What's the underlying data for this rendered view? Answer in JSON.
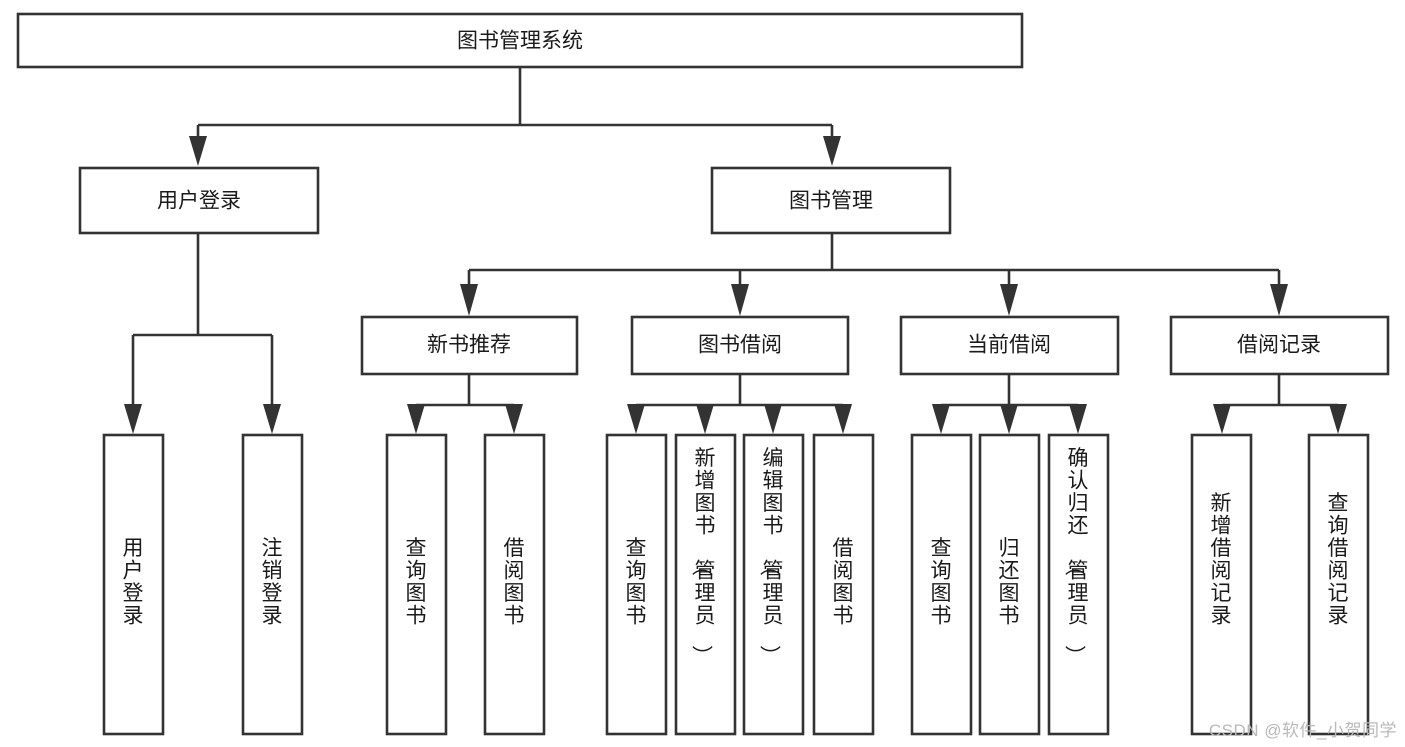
{
  "diagram": {
    "type": "tree-hierarchy",
    "title": "图书管理系统",
    "orientation": "top-down",
    "colors": {
      "stroke": "#333333",
      "fill": "#ffffff",
      "text": "#1a1a1a",
      "watermark": "#b9b9b9"
    },
    "levels": {
      "level1": [
        "图书管理系统"
      ],
      "level2": [
        "用户登录",
        "图书管理"
      ],
      "level3": [
        "新书推荐",
        "图书借阅",
        "当前借阅",
        "借阅记录"
      ],
      "level4": [
        "用户登录",
        "注销登录",
        "查询图书",
        "借阅图书",
        "查询图书",
        "新增图书（管理员）",
        "编辑图书（管理员）",
        "借阅图书",
        "查询图书",
        "归还图书",
        "确认归还（管理员）",
        "新增借阅记录",
        "查询借阅记录"
      ]
    },
    "nodes": {
      "root": {
        "label": "图书管理系统"
      },
      "user_login": {
        "label": "用户登录"
      },
      "book_manage": {
        "label": "图书管理"
      },
      "new_book_rec": {
        "label": "新书推荐"
      },
      "book_borrow": {
        "label": "图书借阅"
      },
      "current_borrow": {
        "label": "当前借阅"
      },
      "borrow_record": {
        "label": "借阅记录"
      },
      "leaf_user_login": {
        "label": "用户登录"
      },
      "leaf_logout": {
        "label": "注销登录"
      },
      "leaf_query_book_1": {
        "label": "查询图书"
      },
      "leaf_borrow_book_1": {
        "label": "借阅图书"
      },
      "leaf_query_book_2": {
        "label": "查询图书"
      },
      "leaf_add_book": {
        "label": "新增图书（管理员）"
      },
      "leaf_edit_book": {
        "label": "编辑图书（管理员）"
      },
      "leaf_borrow_book_2": {
        "label": "借阅图书"
      },
      "leaf_query_book_3": {
        "label": "查询图书"
      },
      "leaf_return_book": {
        "label": "归还图书"
      },
      "leaf_confirm_return": {
        "label": "确认归还（管理员）"
      },
      "leaf_add_record": {
        "label": "新增借阅记录"
      },
      "leaf_query_record": {
        "label": "查询借阅记录"
      }
    },
    "edges": [
      {
        "from": "root",
        "to": "user_login"
      },
      {
        "from": "root",
        "to": "book_manage"
      },
      {
        "from": "user_login",
        "to": "leaf_user_login"
      },
      {
        "from": "user_login",
        "to": "leaf_logout"
      },
      {
        "from": "book_manage",
        "to": "new_book_rec"
      },
      {
        "from": "book_manage",
        "to": "book_borrow"
      },
      {
        "from": "book_manage",
        "to": "current_borrow"
      },
      {
        "from": "book_manage",
        "to": "borrow_record"
      },
      {
        "from": "new_book_rec",
        "to": "leaf_query_book_1"
      },
      {
        "from": "new_book_rec",
        "to": "leaf_borrow_book_1"
      },
      {
        "from": "book_borrow",
        "to": "leaf_query_book_2"
      },
      {
        "from": "book_borrow",
        "to": "leaf_add_book"
      },
      {
        "from": "book_borrow",
        "to": "leaf_edit_book"
      },
      {
        "from": "book_borrow",
        "to": "leaf_borrow_book_2"
      },
      {
        "from": "current_borrow",
        "to": "leaf_query_book_3"
      },
      {
        "from": "current_borrow",
        "to": "leaf_return_book"
      },
      {
        "from": "current_borrow",
        "to": "leaf_confirm_return"
      },
      {
        "from": "borrow_record",
        "to": "leaf_add_record"
      },
      {
        "from": "borrow_record",
        "to": "leaf_query_record"
      }
    ]
  },
  "watermark": {
    "text": "CSDN @软件_小贺同学"
  }
}
